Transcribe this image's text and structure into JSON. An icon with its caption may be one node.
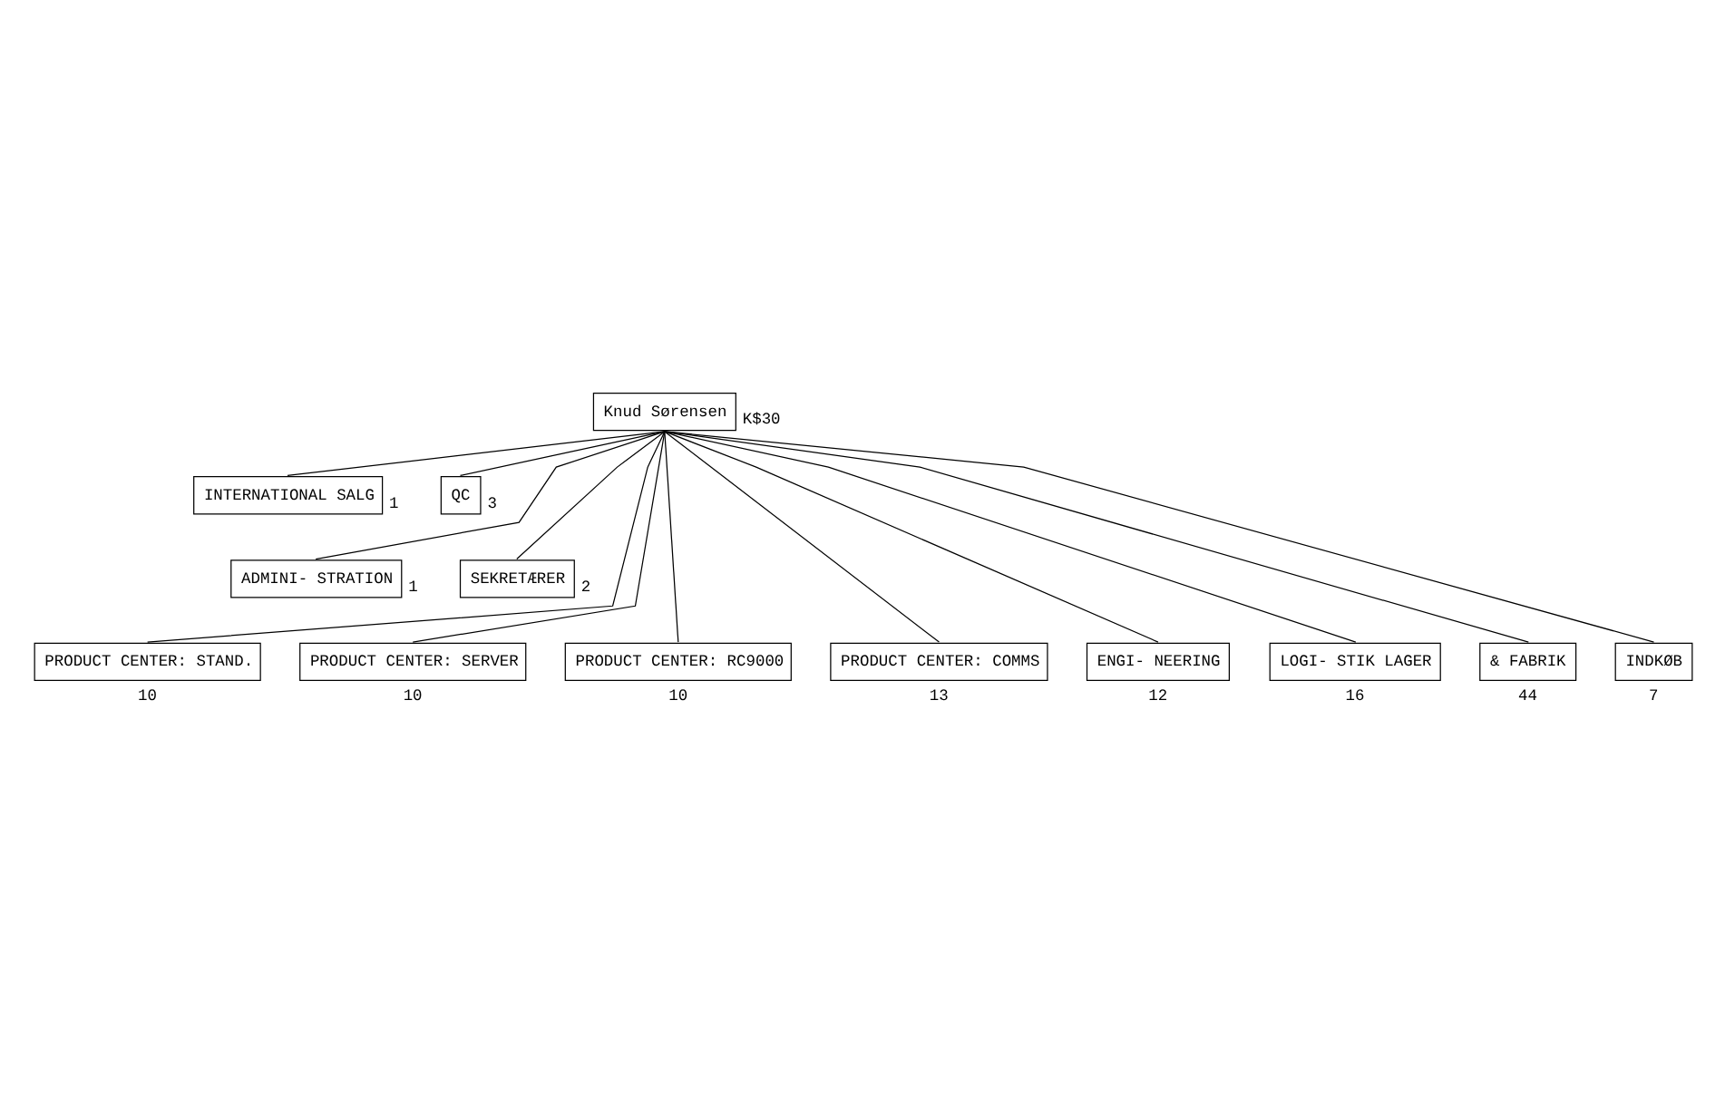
{
  "diagram": {
    "nodes": [
      {
        "text": [
          "Knud Sørensen"
        ],
        "beside": [
          "K$30"
        ]
      },
      {
        "text": [
          "INTERNATIONAL SALG"
        ],
        "beside": [
          "1"
        ]
      },
      {
        "text": [
          "QC"
        ],
        "beside": [
          "3"
        ]
      },
      {
        "text": [
          "ADMINI- STRATION"
        ],
        "beside": [
          "1"
        ]
      },
      {
        "text": [
          "SEKRETÆRER"
        ],
        "beside": [
          "2"
        ]
      },
      {
        "text": [
          "PRODUCT CENTER: STAND."
        ],
        "beside": [
          "10"
        ]
      },
      {
        "text": [
          "PRODUCT CENTER: SERVER"
        ],
        "beside": [
          "10"
        ]
      },
      {
        "text": [
          "PRODUCT CENTER: RC9000"
        ],
        "beside": [
          "10"
        ]
      },
      {
        "text": [
          "PRODUCT CENTER: COMMS"
        ],
        "beside": [
          "13"
        ]
      },
      {
        "text": [
          "ENGI- NEERING"
        ],
        "beside": [
          "12"
        ]
      },
      {
        "text": [
          "LOGI- STIK LAGER"
        ],
        "beside": [
          "16"
        ]
      },
      {
        "text": [
          "& FABRIK"
        ],
        "beside": [
          "44"
        ]
      },
      {
        "text": [
          "INDKØB"
        ],
        "beside": [
          "7"
        ]
      }
    ],
    "edges": [
      {
        "from": 0,
        "to": 1,
        "arrow": "none"
      },
      {
        "from": 0,
        "to": 2,
        "arrow": "none"
      },
      {
        "from": 0,
        "to": 3,
        "arrow": "none"
      },
      {
        "from": 0,
        "to": 4,
        "arrow": "none"
      },
      {
        "from": 0,
        "to": 5,
        "arrow": "none"
      },
      {
        "from": 0,
        "to": 6,
        "arrow": "none"
      },
      {
        "from": 0,
        "to": 7,
        "arrow": "none"
      },
      {
        "from": 0,
        "to": 8,
        "arrow": "none"
      },
      {
        "from": 0,
        "to": 9,
        "arrow": "none"
      },
      {
        "from": 0,
        "to": 10,
        "arrow": "none"
      },
      {
        "from": 0,
        "to": 11,
        "arrow": "none"
      },
      {
        "from": 0,
        "to": 12,
        "arrow": "none"
      }
    ]
  }
}
